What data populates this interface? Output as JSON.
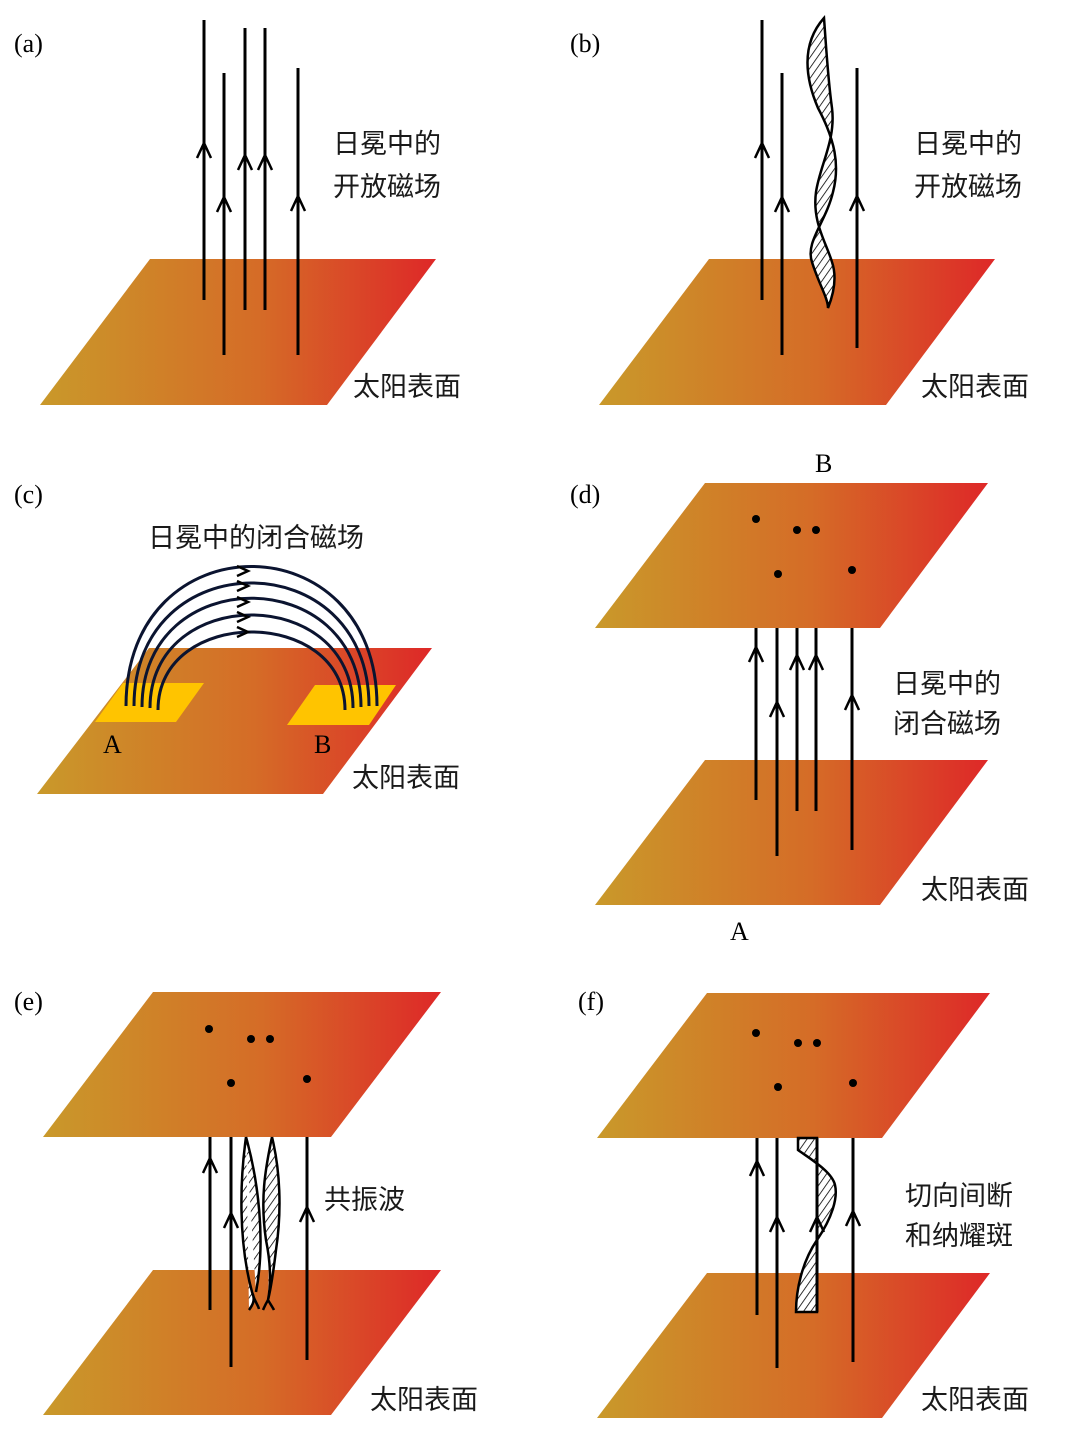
{
  "panels": [
    {
      "id": "a",
      "tag": "(a)",
      "field_label": [
        "日冕中的",
        "开放磁场"
      ],
      "surface_label": "太阳表面"
    },
    {
      "id": "b",
      "tag": "(b)",
      "field_label": [
        "日冕中的",
        "开放磁场"
      ],
      "surface_label": "太阳表面"
    },
    {
      "id": "c",
      "tag": "(c)",
      "field_label": "日冕中的闭合磁场",
      "footpoint_a": "A",
      "footpoint_b": "B",
      "surface_label": "太阳表面"
    },
    {
      "id": "d",
      "tag": "(d)",
      "top_label": "B",
      "bottom_label": "A",
      "field_label": [
        "日冕中的",
        "闭合磁场"
      ],
      "surface_label": "太阳表面"
    },
    {
      "id": "e",
      "tag": "(e)",
      "wave_label": "共振波",
      "surface_label": "太阳表面"
    },
    {
      "id": "f",
      "tag": "(f)",
      "wave_label": [
        "切向间断",
        "和纳耀斑"
      ],
      "surface_label": "太阳表面"
    }
  ],
  "colors": {
    "plane_left": "#c9992a",
    "plane_mid": "#d46a28",
    "plane_right": "#dd2a28",
    "footpoint": "#ffc400",
    "loop": "#0b1430"
  }
}
